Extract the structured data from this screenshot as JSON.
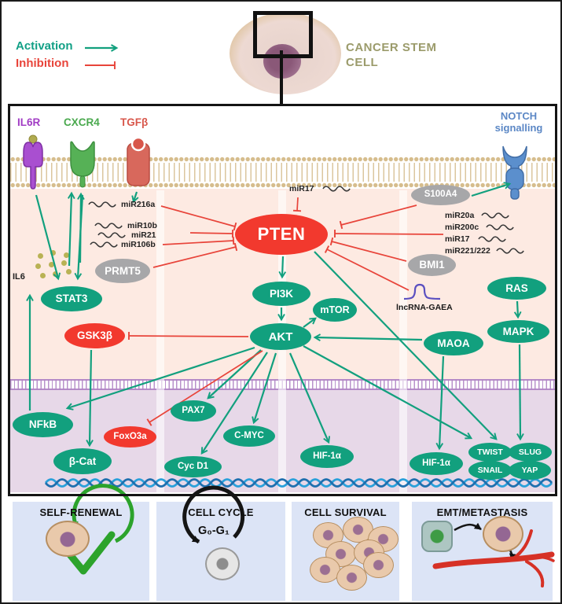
{
  "legend": {
    "activation": "Activation",
    "inhibition": "Inhibition"
  },
  "cancer_cell_label": "CANCER STEM CELL",
  "receptors": {
    "il6r": {
      "label": "IL6R"
    },
    "cxcr4": {
      "label": "CXCR4"
    },
    "tgfb": {
      "label": "TGFβ"
    }
  },
  "notch_label": "NOTCH signalling",
  "il6_label": "IL6",
  "lncrna_label": "lncRNA-GAEA",
  "mirna_top": "miR17",
  "mirnas_left": [
    "miR216a",
    "miR10b",
    "miR21",
    "miR106b"
  ],
  "mirnas_right": [
    "miR20a",
    "miR200c",
    "miR17",
    "miR221/222"
  ],
  "molecules": {
    "pten": {
      "label": "PTEN",
      "kind": "red"
    },
    "pi3k": {
      "label": "PI3K",
      "kind": "teal"
    },
    "akt": {
      "label": "AKT",
      "kind": "teal"
    },
    "mtor": {
      "label": "mTOR",
      "kind": "teal"
    },
    "stat3": {
      "label": "STAT3",
      "kind": "teal"
    },
    "gsk3b": {
      "label": "GSK3β",
      "kind": "red"
    },
    "nfkb": {
      "label": "NFkB",
      "kind": "teal"
    },
    "bcat": {
      "label": "β-Cat",
      "kind": "teal"
    },
    "foxo3a": {
      "label": "FoxO3a",
      "kind": "red"
    },
    "pax7": {
      "label": "PAX7",
      "kind": "teal"
    },
    "cycd1": {
      "label": "Cyc D1",
      "kind": "teal"
    },
    "cmyc": {
      "label": "C-MYC",
      "kind": "teal"
    },
    "hif1a_center": {
      "label": "HIF-1α",
      "kind": "teal"
    },
    "hif1a_right": {
      "label": "HIF-1α",
      "kind": "teal"
    },
    "maoa": {
      "label": "MAOA",
      "kind": "teal"
    },
    "ras": {
      "label": "RAS",
      "kind": "teal"
    },
    "mapk": {
      "label": "MAPK",
      "kind": "teal"
    },
    "twist": {
      "label": "TWIST",
      "kind": "teal"
    },
    "slug": {
      "label": "SLUG",
      "kind": "teal"
    },
    "snail": {
      "label": "SNAIL",
      "kind": "teal"
    },
    "yap": {
      "label": "YAP",
      "kind": "teal"
    },
    "prmt5": {
      "label": "PRMT5",
      "kind": "gray"
    },
    "s100a4": {
      "label": "S100A4",
      "kind": "gray"
    },
    "bmi1": {
      "label": "BMI1",
      "kind": "gray"
    }
  },
  "outcomes": [
    {
      "title": "SELF-RENEWAL"
    },
    {
      "title": "CELL CYCLE",
      "annotation": "G₀-G₁"
    },
    {
      "title": "CELL SURVIVAL"
    },
    {
      "title": "EMT/METASTASIS"
    }
  ],
  "edges": [
    {
      "from": "IL6R",
      "to": "STAT3",
      "type": "activation"
    },
    {
      "from": "CXCR4",
      "to": "STAT3",
      "type": "activation"
    },
    {
      "from": "TGFβ",
      "to": "miRNA cluster",
      "type": "activation"
    },
    {
      "from": "NFkB",
      "to": "IL6",
      "type": "activation"
    },
    {
      "from": "IL6",
      "to": "IL6R",
      "type": "activation"
    },
    {
      "from": "PTEN",
      "to": "PI3K",
      "type": "activation"
    },
    {
      "from": "PI3K",
      "to": "AKT",
      "type": "activation"
    },
    {
      "from": "AKT",
      "to": "mTOR",
      "type": "activation"
    },
    {
      "from": "MAOA",
      "to": "AKT",
      "type": "activation"
    },
    {
      "from": "RAS",
      "to": "MAPK",
      "type": "activation"
    },
    {
      "from": "MAPK",
      "to": "SLUG",
      "type": "activation"
    },
    {
      "from": "MAOA",
      "to": "HIF-1α",
      "type": "activation"
    },
    {
      "from": "PTEN",
      "to": "TWIST",
      "type": "activation"
    },
    {
      "from": "AKT",
      "to": "TWIST",
      "type": "activation"
    },
    {
      "from": "AKT",
      "to": "NFkB",
      "type": "activation"
    },
    {
      "from": "AKT",
      "to": "PAX7",
      "type": "activation"
    },
    {
      "from": "AKT",
      "to": "Cyc D1",
      "type": "activation"
    },
    {
      "from": "AKT",
      "to": "C-MYC",
      "type": "activation"
    },
    {
      "from": "AKT",
      "to": "HIF-1α",
      "type": "activation"
    },
    {
      "from": "GSK3β",
      "to": "β-Cat",
      "type": "activation"
    },
    {
      "from": "S100A4",
      "to": "NOTCH signalling",
      "type": "activation"
    },
    {
      "from": "miR17",
      "to": "PTEN",
      "type": "inhibition"
    },
    {
      "from": "miR216a",
      "to": "PTEN",
      "type": "inhibition"
    },
    {
      "from": "miR10b/miR21",
      "to": "PTEN",
      "type": "inhibition"
    },
    {
      "from": "miR106b",
      "to": "PTEN",
      "type": "inhibition"
    },
    {
      "from": "PRMT5",
      "to": "PTEN",
      "type": "inhibition"
    },
    {
      "from": "S100A4",
      "to": "PTEN",
      "type": "inhibition"
    },
    {
      "from": "miR20a/miR200c/miR17/miR221-222",
      "to": "PTEN",
      "type": "inhibition"
    },
    {
      "from": "BMI1",
      "to": "PTEN",
      "type": "inhibition"
    },
    {
      "from": "lncRNA-GAEA",
      "to": "PTEN",
      "type": "inhibition"
    },
    {
      "from": "AKT",
      "to": "GSK3β",
      "type": "inhibition"
    },
    {
      "from": "AKT",
      "to": "FoxO3a",
      "type": "inhibition"
    }
  ],
  "colors": {
    "activation": "#12a07e",
    "inhibition": "#e8443a",
    "node_red": "#f2392e",
    "node_gray": "#a7a7a9",
    "notch_blue": "#5b87c5",
    "membrane_tan": "#d6bd8d",
    "nucleus_fill": "#e7d8e8",
    "cytoplasm_fill": "#fdeae2",
    "dna_blue": "#2aa0da",
    "outcome_panel_blue": "#dce4f6",
    "cell_label_olive": "#9b9b6b"
  }
}
